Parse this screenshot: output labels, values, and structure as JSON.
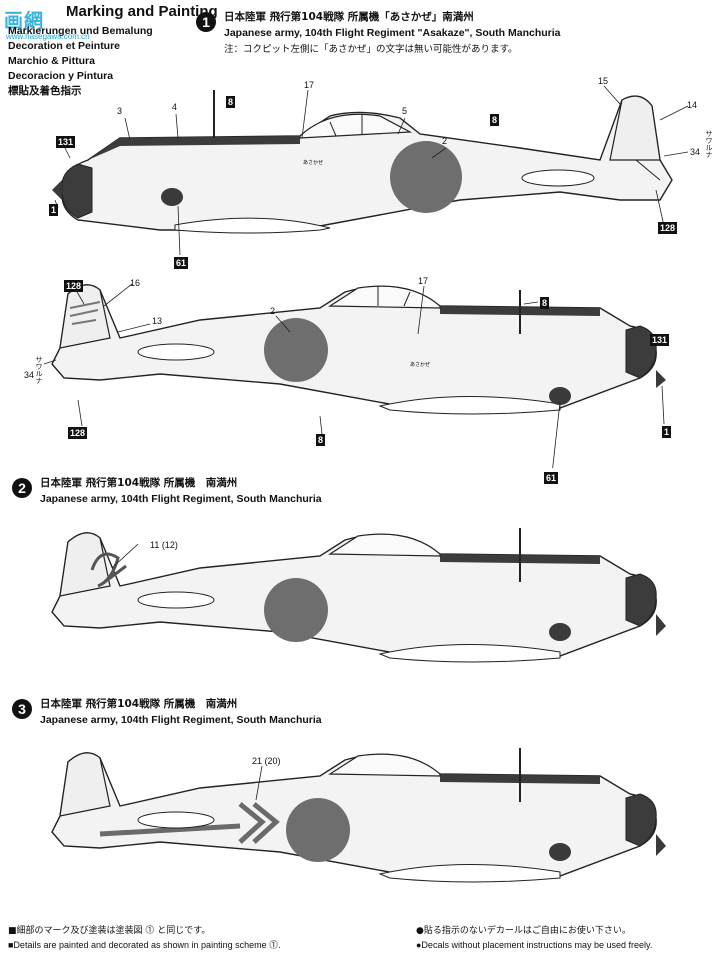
{
  "header": {
    "title": "Marking and Painting",
    "languages": [
      "Markierungen und Bemalung",
      "Decoration et Peinture",
      "Marchio & Pittura",
      "Decoracion y Pintura",
      "標貼及着色指示"
    ],
    "japanese_title": "及び塗装図",
    "watermark": "画網",
    "watermark_sub": "www.hasegawa.com.cn"
  },
  "schemes": [
    {
      "number": "1",
      "line_ja": "日本陸軍 飛行第104戦隊 所属機「あさかぜ」南満州",
      "line_en": "Japanese army, 104th Flight Regiment \"Asakaze\", South Manchuria",
      "note": "注：コクピット左側に「あさかぜ」の文字は無い可能性があります。"
    },
    {
      "number": "2",
      "line_ja": "日本陸軍 飛行第104戦隊 所属機　南満州",
      "line_en": "Japanese army, 104th Flight Regiment, South Manchuria"
    },
    {
      "number": "3",
      "line_ja": "日本陸軍 飛行第104戦隊 所属機　南満州",
      "line_en": "Japanese army, 104th Flight Regiment, South Manchuria"
    }
  ],
  "callouts_right_profile": {
    "c131": "131",
    "c1": "1",
    "c61": "61",
    "c3": "3",
    "c4": "4",
    "c8a": "8",
    "c17": "17",
    "c5": "5",
    "c2": "2",
    "c8b": "8",
    "c15": "15",
    "c14": "14",
    "c34": "34",
    "c128": "128",
    "saw": "サワルナ",
    "asakaze": "あさかぜ"
  },
  "callouts_left_profile": {
    "c128a": "128",
    "c16": "16",
    "c13": "13",
    "c34": "34",
    "c128b": "128",
    "c2": "2",
    "c17": "17",
    "c8a": "8",
    "c131": "131",
    "c1": "1",
    "c8b": "8",
    "c61": "61",
    "saw": "サワルナ",
    "asakaze": "あさかぜ"
  },
  "callouts_scheme2": {
    "c11": "11 (12)"
  },
  "callouts_scheme3": {
    "c21": "21 (20)"
  },
  "footer": {
    "left_ja": "■細部のマーク及び塗装は塗装図 ⓵ と同じです。",
    "left_en": "■Details are painted and decorated as shown in painting scheme ⓵.",
    "right_ja": "●貼る指示のないデカールはご自由にお使い下さい。",
    "right_en": "●Decals without placement instructions may be used freely."
  },
  "colors": {
    "hinomaru": "#6e6e6e",
    "antiglare": "#3c3c3c",
    "body": "#f4f4f4",
    "stripe": "#6a6a6a"
  }
}
